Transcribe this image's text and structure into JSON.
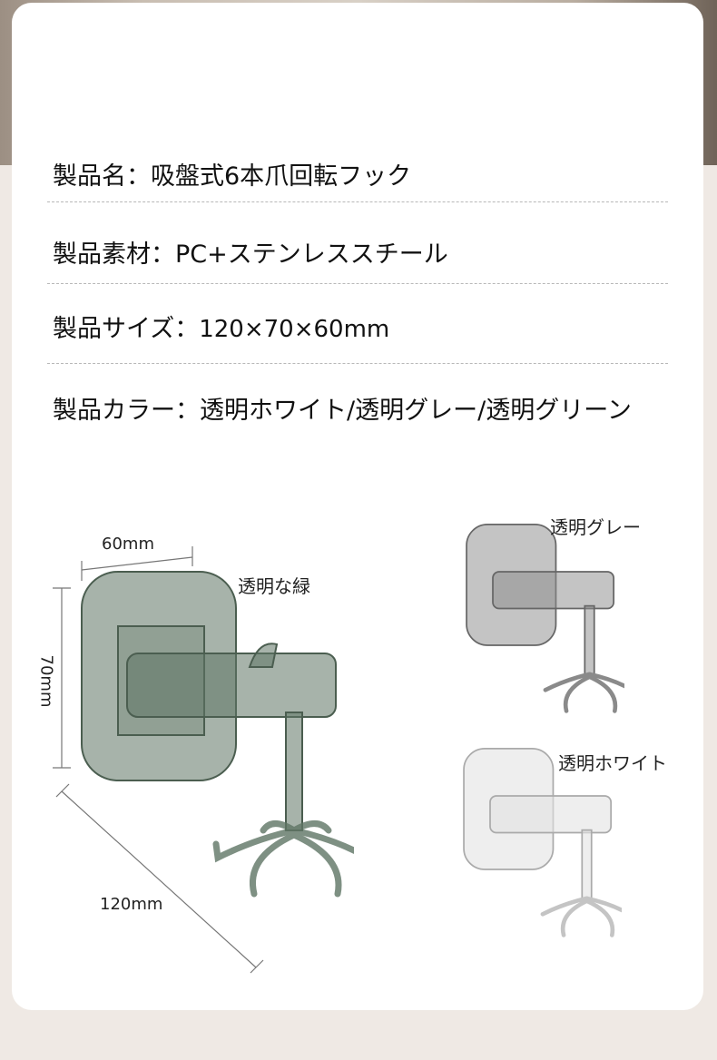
{
  "specs": [
    {
      "label": "製品名：",
      "value": "吸盤式6本爪回転フック"
    },
    {
      "label": "製品素材：",
      "value": "PC+ステンレススチール"
    },
    {
      "label": "製品サイズ：",
      "value": "120×70×60mm"
    },
    {
      "label": "製品カラー：",
      "value": "透明ホワイト/透明グレー/透明グリーン"
    }
  ],
  "dimensions": {
    "width": "60mm",
    "height": "70mm",
    "length": "120mm"
  },
  "variants": [
    {
      "name": "透明な緑",
      "color": "#5f7565"
    },
    {
      "name": "透明グレー",
      "color": "#8a8a8a"
    },
    {
      "name": "透明ホワイト",
      "color": "#c8c8c8"
    }
  ]
}
